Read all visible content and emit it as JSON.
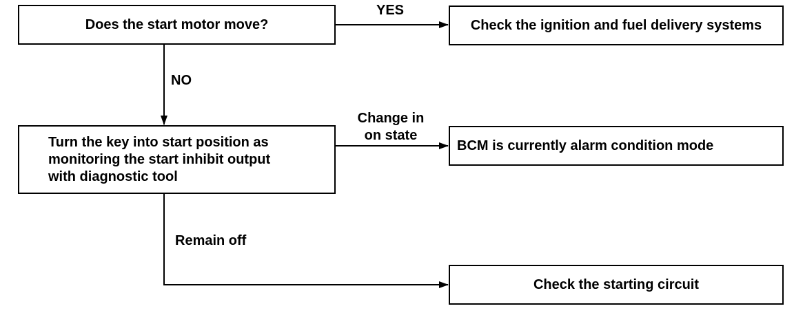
{
  "nodes": {
    "start_motor": "Does the start motor move?",
    "check_ignition": "Check the ignition and fuel delivery systems",
    "turn_key": "Turn the key into start position as\nmonitoring the start inhibit output\nwith diagnostic tool",
    "bcm_alarm": "BCM is currently alarm condition mode",
    "check_starting": "Check the starting circuit"
  },
  "edges": {
    "yes": "YES",
    "no": "NO",
    "change": "Change in\non state",
    "remain_off": "Remain off"
  }
}
